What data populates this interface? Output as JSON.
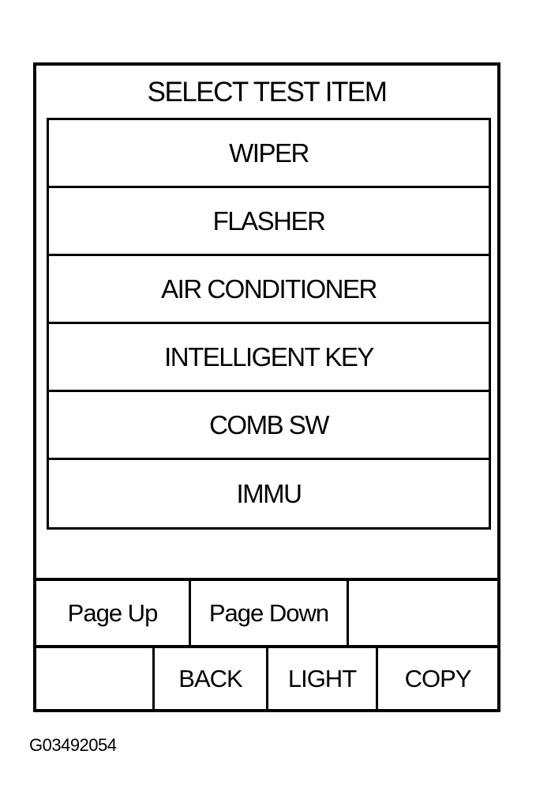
{
  "screen": {
    "title": "SELECT TEST ITEM",
    "items": [
      {
        "label": "WIPER"
      },
      {
        "label": "FLASHER"
      },
      {
        "label": "AIR CONDITIONER"
      },
      {
        "label": "INTELLIGENT KEY"
      },
      {
        "label": "COMB SW"
      },
      {
        "label": "IMMU"
      }
    ],
    "buttons_row1": {
      "page_up": "Page Up",
      "page_down": "Page Down",
      "blank": ""
    },
    "buttons_row2": {
      "blank": "",
      "back": "BACK",
      "light": "LIGHT",
      "copy": "COPY"
    }
  },
  "figure_id": "G03492054"
}
